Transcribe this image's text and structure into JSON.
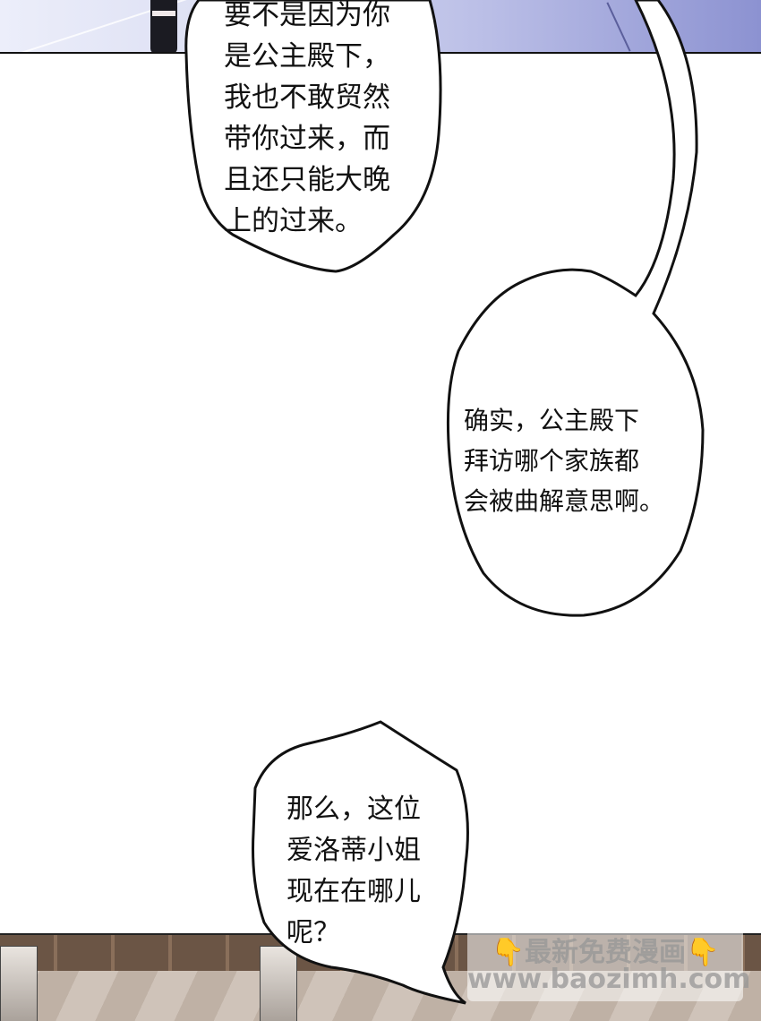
{
  "bubbles": [
    {
      "lines": "要不是因为你\n是公主殿下，\n我也不敢贸然\n带你过来，而\n且还只能大晚\n上的过来。"
    },
    {
      "lines": "确实，公主殿下\n拜访哪个家族都\n会被曲解意思啊。"
    },
    {
      "lines": "那么，这位\n爱洛蒂小姐\n现在在哪儿\n呢？"
    }
  ],
  "watermark": {
    "line1": "最新免费漫画",
    "line2": "www.baozimh.com",
    "hand_icon": "pointing-down-hand-icon"
  }
}
